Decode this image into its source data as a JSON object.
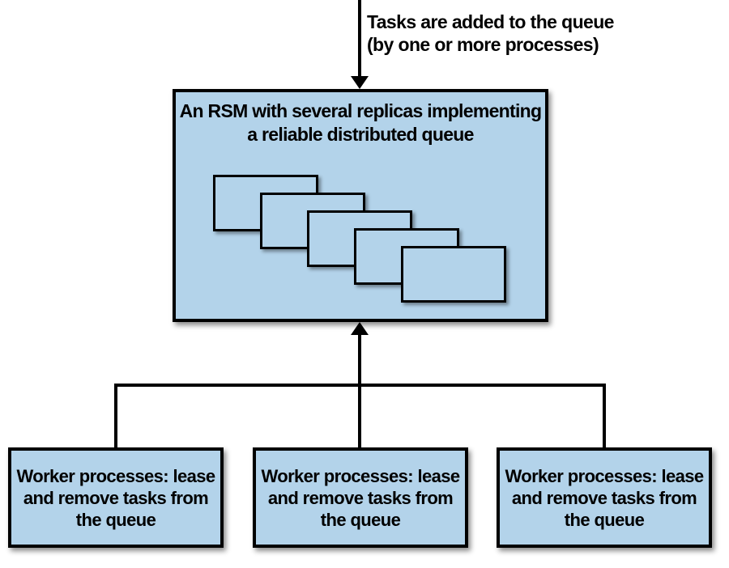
{
  "colors": {
    "box_fill": "#b3d3ea",
    "line": "#000000",
    "page_bg": "#ffffff"
  },
  "top_annotation": {
    "text": "Tasks are added to the queue\n(by one or more processes)"
  },
  "rsm_box": {
    "title": "An RSM with several replicas implementing\na reliable distributed queue",
    "replica_count": 5
  },
  "worker_boxes": [
    {
      "label": "Worker processes: lease\nand remove tasks from\nthe queue"
    },
    {
      "label": "Worker processes: lease\nand remove tasks from\nthe queue"
    },
    {
      "label": "Worker processes: lease\nand remove tasks from\nthe queue"
    }
  ]
}
